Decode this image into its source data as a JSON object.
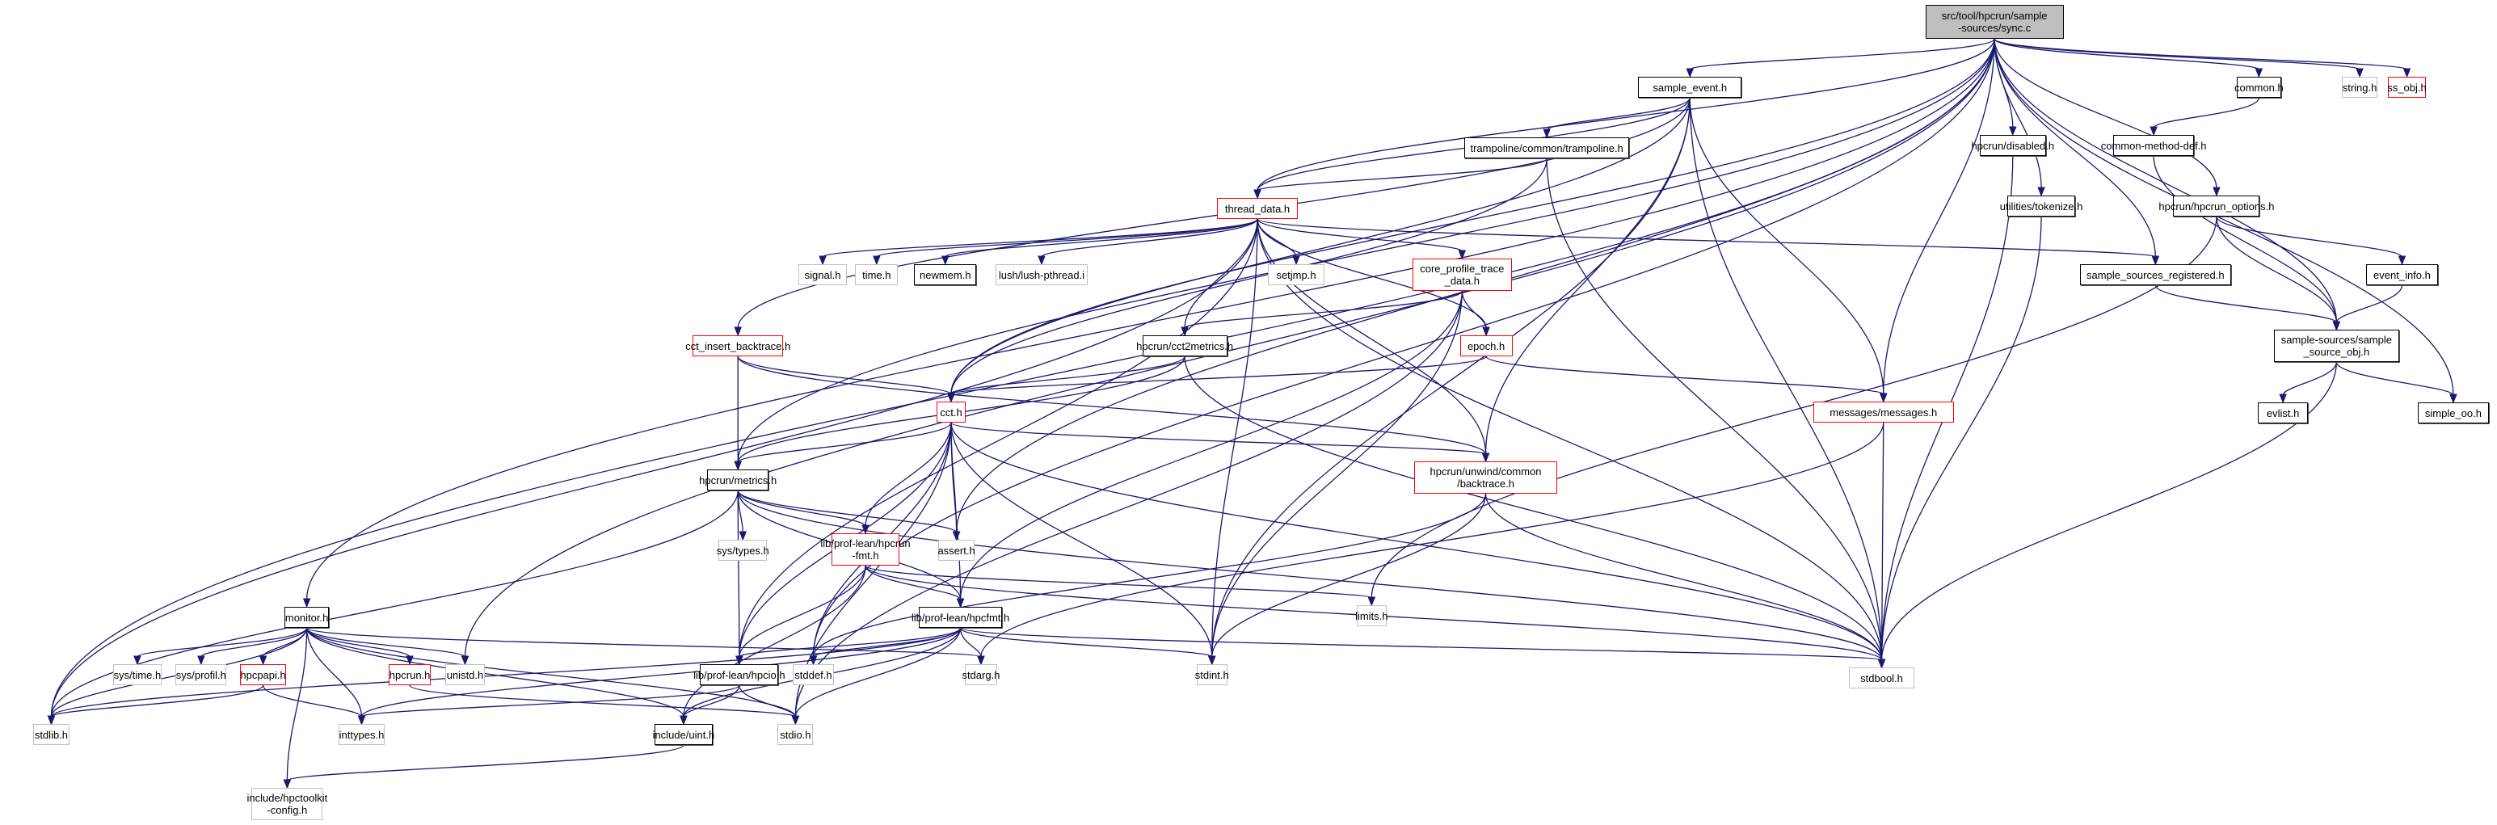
{
  "title": "src/tool/hpcrun/sample-sources/sync.c include dependency graph",
  "colors": {
    "edge": "#191970",
    "documented_border": "#000000",
    "incomplete_border": "#ff0000",
    "external_border": "#bfbfbf",
    "root_fill": "#bfbfbf"
  },
  "nodes": [
    {
      "id": "sync_c",
      "label": "src/tool/hpcrun/sample\n-sources/sync.c",
      "kind": "root"
    },
    {
      "id": "sample_event_h",
      "label": "sample_event.h",
      "kind": "doc"
    },
    {
      "id": "common_h",
      "label": "common.h",
      "kind": "doc"
    },
    {
      "id": "string_h",
      "label": "string.h",
      "kind": "grey"
    },
    {
      "id": "ss_obj_h",
      "label": "ss_obj.h",
      "kind": "red"
    },
    {
      "id": "trampoline_h",
      "label": "trampoline/common/trampoline.h",
      "kind": "doc"
    },
    {
      "id": "disabled_h",
      "label": "hpcrun/disabled.h",
      "kind": "doc"
    },
    {
      "id": "common_method_def_h",
      "label": "common-method-def.h",
      "kind": "doc"
    },
    {
      "id": "thread_data_h",
      "label": "thread_data.h",
      "kind": "red"
    },
    {
      "id": "tokenize_h",
      "label": "utilities/tokenize.h",
      "kind": "doc"
    },
    {
      "id": "hpcrun_options_h",
      "label": "hpcrun/hpcrun_options.h",
      "kind": "doc"
    },
    {
      "id": "signal_h",
      "label": "signal.h",
      "kind": "grey"
    },
    {
      "id": "time_h",
      "label": "time.h",
      "kind": "grey"
    },
    {
      "id": "newmem_h",
      "label": "newmem.h",
      "kind": "doc"
    },
    {
      "id": "lush_pthread_i",
      "label": "lush/lush-pthread.i",
      "kind": "grey"
    },
    {
      "id": "setjmp_h",
      "label": "setjmp.h",
      "kind": "grey"
    },
    {
      "id": "core_profile_trace_data_h",
      "label": "core_profile_trace\n_data.h",
      "kind": "red"
    },
    {
      "id": "sample_sources_registered_h",
      "label": "sample_sources_registered.h",
      "kind": "doc"
    },
    {
      "id": "event_info_h",
      "label": "event_info.h",
      "kind": "doc"
    },
    {
      "id": "cct_insert_backtrace_h",
      "label": "cct_insert_backtrace.h",
      "kind": "red"
    },
    {
      "id": "cct2metrics_h",
      "label": "hpcrun/cct2metrics.h",
      "kind": "doc"
    },
    {
      "id": "epoch_h",
      "label": "epoch.h",
      "kind": "red"
    },
    {
      "id": "sample_source_obj_h",
      "label": "sample-sources/sample\n_source_obj.h",
      "kind": "doc"
    },
    {
      "id": "cct_h",
      "label": "cct.h",
      "kind": "red"
    },
    {
      "id": "messages_h",
      "label": "messages/messages.h",
      "kind": "red"
    },
    {
      "id": "evlist_h",
      "label": "evlist.h",
      "kind": "doc"
    },
    {
      "id": "simple_oo_h",
      "label": "simple_oo.h",
      "kind": "doc"
    },
    {
      "id": "metrics_h",
      "label": "hpcrun/metrics.h",
      "kind": "doc"
    },
    {
      "id": "backtrace_h",
      "label": "hpcrun/unwind/common\n/backtrace.h",
      "kind": "red"
    },
    {
      "id": "hpcrun_fmt_h",
      "label": "lib/prof-lean/hpcrun\n-fmt.h",
      "kind": "red"
    },
    {
      "id": "assert_h",
      "label": "assert.h",
      "kind": "grey"
    },
    {
      "id": "sys_types_h",
      "label": "sys/types.h",
      "kind": "grey"
    },
    {
      "id": "limits_h",
      "label": "limits.h",
      "kind": "grey"
    },
    {
      "id": "monitor_h",
      "label": "monitor.h",
      "kind": "doc"
    },
    {
      "id": "hpcfmt_h",
      "label": "lib/prof-lean/hpcfmt.h",
      "kind": "doc"
    },
    {
      "id": "sys_time_h",
      "label": "sys/time.h",
      "kind": "grey"
    },
    {
      "id": "sys_profil_h",
      "label": "sys/profil.h",
      "kind": "grey"
    },
    {
      "id": "hpcpapi_h",
      "label": "hpcpapi.h",
      "kind": "red"
    },
    {
      "id": "hpcrun_h",
      "label": "hpcrun.h",
      "kind": "red"
    },
    {
      "id": "unistd_h",
      "label": "unistd.h",
      "kind": "grey"
    },
    {
      "id": "hpcio_h",
      "label": "lib/prof-lean/hpcio.h",
      "kind": "doc"
    },
    {
      "id": "stddef_h",
      "label": "stddef.h",
      "kind": "grey"
    },
    {
      "id": "stdarg_h",
      "label": "stdarg.h",
      "kind": "grey"
    },
    {
      "id": "stdint_h",
      "label": "stdint.h",
      "kind": "grey"
    },
    {
      "id": "stdbool_h",
      "label": "stdbool.h",
      "kind": "grey"
    },
    {
      "id": "stdlib_h",
      "label": "stdlib.h",
      "kind": "grey"
    },
    {
      "id": "inttypes_h",
      "label": "inttypes.h",
      "kind": "grey"
    },
    {
      "id": "uint_h",
      "label": "include/uint.h",
      "kind": "doc"
    },
    {
      "id": "stdio_h",
      "label": "stdio.h",
      "kind": "grey"
    },
    {
      "id": "hpctoolkit_config_h",
      "label": "include/hpctoolkit\n-config.h",
      "kind": "grey"
    }
  ],
  "edges": [
    [
      "sync_c",
      "sample_event_h"
    ],
    [
      "sync_c",
      "common_h"
    ],
    [
      "sync_c",
      "string_h"
    ],
    [
      "sync_c",
      "ss_obj_h"
    ],
    [
      "sync_c",
      "disabled_h"
    ],
    [
      "sync_c",
      "tokenize_h"
    ],
    [
      "sync_c",
      "hpcrun_options_h"
    ],
    [
      "sync_c",
      "thread_data_h"
    ],
    [
      "sync_c",
      "sample_sources_registered_h"
    ],
    [
      "sync_c",
      "sample_source_obj_h"
    ],
    [
      "sync_c",
      "messages_h"
    ],
    [
      "sync_c",
      "simple_oo_h"
    ],
    [
      "sync_c",
      "monitor_h"
    ],
    [
      "sync_c",
      "stdlib_h"
    ],
    [
      "sync_c",
      "metrics_h"
    ],
    [
      "sync_c",
      "cct_h"
    ],
    [
      "sync_c",
      "assert_h"
    ],
    [
      "sync_c",
      "stddef_h"
    ],
    [
      "sync_c",
      "unistd_h"
    ],
    [
      "sample_event_h",
      "trampoline_h"
    ],
    [
      "sample_event_h",
      "thread_data_h"
    ],
    [
      "sample_event_h",
      "cct_insert_backtrace_h"
    ],
    [
      "sample_event_h",
      "backtrace_h"
    ],
    [
      "sample_event_h",
      "messages_h"
    ],
    [
      "sample_event_h",
      "stdbool_h"
    ],
    [
      "sample_event_h",
      "stdint_h"
    ],
    [
      "sample_event_h",
      "cct_h"
    ],
    [
      "trampoline_h",
      "thread_data_h"
    ],
    [
      "trampoline_h",
      "cct_h"
    ],
    [
      "trampoline_h",
      "stdbool_h"
    ],
    [
      "common_h",
      "common_method_def_h"
    ],
    [
      "common_method_def_h",
      "sample_source_obj_h"
    ],
    [
      "disabled_h",
      "stdbool_h"
    ],
    [
      "tokenize_h",
      "stdbool_h"
    ],
    [
      "hpcrun_options_h",
      "event_info_h"
    ],
    [
      "hpcrun_options_h",
      "sample_source_obj_h"
    ],
    [
      "hpcrun_options_h",
      "limits_h"
    ],
    [
      "event_info_h",
      "sample_source_obj_h"
    ],
    [
      "sample_sources_registered_h",
      "sample_source_obj_h"
    ],
    [
      "sample_source_obj_h",
      "evlist_h"
    ],
    [
      "sample_source_obj_h",
      "simple_oo_h"
    ],
    [
      "sample_source_obj_h",
      "stdbool_h"
    ],
    [
      "thread_data_h",
      "signal_h"
    ],
    [
      "thread_data_h",
      "time_h"
    ],
    [
      "thread_data_h",
      "newmem_h"
    ],
    [
      "thread_data_h",
      "lush_pthread_i"
    ],
    [
      "thread_data_h",
      "setjmp_h"
    ],
    [
      "thread_data_h",
      "core_profile_trace_data_h"
    ],
    [
      "thread_data_h",
      "cct2metrics_h"
    ],
    [
      "thread_data_h",
      "epoch_h"
    ],
    [
      "thread_data_h",
      "backtrace_h"
    ],
    [
      "thread_data_h",
      "stdbool_h"
    ],
    [
      "thread_data_h",
      "stdint_h"
    ],
    [
      "thread_data_h",
      "stdlib_h"
    ],
    [
      "thread_data_h",
      "hpcio_h"
    ],
    [
      "thread_data_h",
      "sample_sources_registered_h"
    ],
    [
      "core_profile_trace_data_h",
      "cct2metrics_h"
    ],
    [
      "core_profile_trace_data_h",
      "epoch_h"
    ],
    [
      "core_profile_trace_data_h",
      "hpcfmt_h"
    ],
    [
      "core_profile_trace_data_h",
      "stdint_h"
    ],
    [
      "core_profile_trace_data_h",
      "stdio_h"
    ],
    [
      "cct_insert_backtrace_h",
      "cct_h"
    ],
    [
      "cct_insert_backtrace_h",
      "metrics_h"
    ],
    [
      "cct_insert_backtrace_h",
      "backtrace_h"
    ],
    [
      "cct2metrics_h",
      "cct_h"
    ],
    [
      "cct2metrics_h",
      "metrics_h"
    ],
    [
      "cct2metrics_h",
      "stdbool_h"
    ],
    [
      "epoch_h",
      "cct_h"
    ],
    [
      "epoch_h",
      "messages_h"
    ],
    [
      "messages_h",
      "stdarg_h"
    ],
    [
      "messages_h",
      "stdbool_h"
    ],
    [
      "cct_h",
      "metrics_h"
    ],
    [
      "cct_h",
      "backtrace_h"
    ],
    [
      "cct_h",
      "hpcrun_fmt_h"
    ],
    [
      "cct_h",
      "assert_h"
    ],
    [
      "cct_h",
      "hpcfmt_h"
    ],
    [
      "cct_h",
      "hpcio_h"
    ],
    [
      "cct_h",
      "stddef_h"
    ],
    [
      "cct_h",
      "stdio_h"
    ],
    [
      "cct_h",
      "stdbool_h"
    ],
    [
      "cct_h",
      "stdint_h"
    ],
    [
      "metrics_h",
      "sys_types_h"
    ],
    [
      "metrics_h",
      "hpcrun_fmt_h"
    ],
    [
      "metrics_h",
      "assert_h"
    ],
    [
      "metrics_h",
      "hpcfmt_h"
    ],
    [
      "metrics_h",
      "hpcio_h"
    ],
    [
      "metrics_h",
      "stdlib_h"
    ],
    [
      "metrics_h",
      "stdbool_h"
    ],
    [
      "backtrace_h",
      "stdint_h"
    ],
    [
      "backtrace_h",
      "stdbool_h"
    ],
    [
      "backtrace_h",
      "stddef_h"
    ],
    [
      "hpcrun_fmt_h",
      "hpcfmt_h"
    ],
    [
      "hpcrun_fmt_h",
      "hpcio_h"
    ],
    [
      "hpcrun_fmt_h",
      "limits_h"
    ],
    [
      "hpcrun_fmt_h",
      "stdbool_h"
    ],
    [
      "hpcrun_fmt_h",
      "uint_h"
    ],
    [
      "hpcfmt_h",
      "hpcio_h"
    ],
    [
      "hpcfmt_h",
      "stddef_h"
    ],
    [
      "hpcfmt_h",
      "stdarg_h"
    ],
    [
      "hpcfmt_h",
      "stdint_h"
    ],
    [
      "hpcfmt_h",
      "stdio_h"
    ],
    [
      "hpcfmt_h",
      "stdbool_h"
    ],
    [
      "hpcfmt_h",
      "stdlib_h"
    ],
    [
      "hpcfmt_h",
      "inttypes_h"
    ],
    [
      "hpcfmt_h",
      "uint_h"
    ],
    [
      "monitor_h",
      "sys_time_h"
    ],
    [
      "monitor_h",
      "sys_profil_h"
    ],
    [
      "monitor_h",
      "hpcpapi_h"
    ],
    [
      "monitor_h",
      "hpcrun_h"
    ],
    [
      "monitor_h",
      "unistd_h"
    ],
    [
      "monitor_h",
      "inttypes_h"
    ],
    [
      "monitor_h",
      "uint_h"
    ],
    [
      "monitor_h",
      "stdio_h"
    ],
    [
      "monitor_h",
      "stdarg_h"
    ],
    [
      "monitor_h",
      "stdlib_h"
    ],
    [
      "monitor_h",
      "hpctoolkit_config_h"
    ],
    [
      "hpcpapi_h",
      "stdlib_h"
    ],
    [
      "hpcpapi_h",
      "inttypes_h"
    ],
    [
      "hpcrun_h",
      "stdio_h"
    ],
    [
      "hpcio_h",
      "uint_h"
    ],
    [
      "hpcio_h",
      "stdio_h"
    ],
    [
      "hpcio_h",
      "inttypes_h"
    ],
    [
      "uint_h",
      "hpctoolkit_config_h"
    ]
  ]
}
